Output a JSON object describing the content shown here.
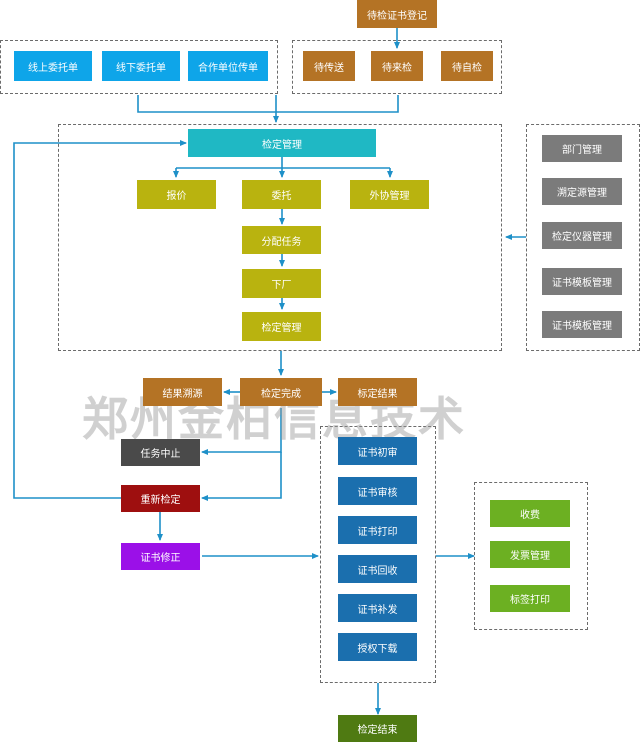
{
  "colors": {
    "blue": "#0ea5e9",
    "brown": "#b47325",
    "cyan": "#1fb8c4",
    "olive": "#b9b30f",
    "gray": "#7b7b7b",
    "darkgray": "#4a4a4a",
    "darkred": "#9e0f0f",
    "purple": "#9b10e8",
    "navy": "#1b6fae",
    "green": "#6cb022",
    "darkgreen": "#4f7a12",
    "line": "#1e90c8"
  },
  "watermark": "郑州金柏信息技术",
  "nodes": {
    "pending_register": "待检证书登记",
    "online_order": "线上委托单",
    "offline_order": "线下委托单",
    "partner_order": "合作单位传单",
    "pending_transfer": "待传送",
    "pending_arrival": "待来检",
    "pending_self": "待自检",
    "inspection_mgmt": "检定管理",
    "quote": "报价",
    "entrust": "委托",
    "outsource_mgmt": "外协管理",
    "assign_task": "分配任务",
    "to_factory": "下厂",
    "inspection_mgmt2": "检定管理",
    "dept_mgmt": "部门管理",
    "source_mgmt": "溯定源管理",
    "instrument_mgmt": "检定仪器管理",
    "cert_template1": "证书模板管理",
    "cert_template2": "证书模板管理",
    "result_trace": "结果溯源",
    "inspection_done": "检定完成",
    "mark_result": "标定结果",
    "task_abort": "任务中止",
    "reinspect": "重新检定",
    "cert_fix": "证书修正",
    "cert_first_review": "证书初审",
    "cert_audit": "证书审核",
    "cert_print": "证书打印",
    "cert_recall": "证书回收",
    "cert_reissue": "证书补发",
    "auth_download": "授权下载",
    "charge": "收费",
    "invoice_mgmt": "发票管理",
    "label_print": "标签打印",
    "inspection_end": "检定结束"
  }
}
